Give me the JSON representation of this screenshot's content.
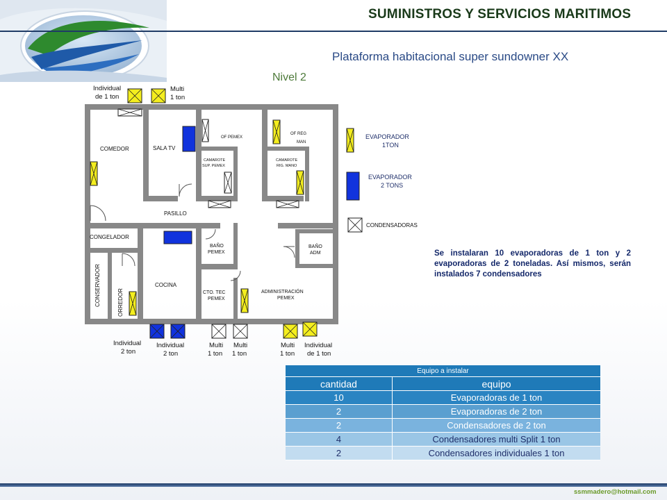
{
  "header": {
    "company": "SUMINISTROS Y SERVICIOS MARITIMOS",
    "subtitle": "Plataforma habitacional super sundowner XX",
    "level": "Nivel 2"
  },
  "colors": {
    "evaporator_1ton": "#f4ee1e",
    "evaporator_2ton": "#1133dd",
    "wall": "#888888",
    "accent": "#1f3b66"
  },
  "plan": {
    "rooms": {
      "comedor": "COMEDOR",
      "sala_tv": "SALA TV",
      "of_pemex": "OF PEMEX",
      "of_reg": "OF REG",
      "of_reg2": "MAN",
      "cam_sup1": "CAMAROTE",
      "cam_sup2": "SUP. PEMEX",
      "cam_rig1": "CAMAROTE",
      "cam_rig2": "RIG. MANO",
      "pasillo": "PASILLO",
      "congelador": "CONGELADOR",
      "conservador": "CONSERVADOR",
      "corredor": "ORREDOR",
      "cocina": "COCINA",
      "bano_pemex1": "BAÑO",
      "bano_pemex2": "PEMEX",
      "bano_adm1": "BAÑO",
      "bano_adm2": "ADM",
      "cto_tec1": "CTO. TEC",
      "cto_tec2": "PEMEX",
      "admin1": "ADMINISTRACIÓN",
      "admin2": "PEMEX"
    },
    "callouts": {
      "top_ind1": "Individual",
      "top_ind2": "de 1 ton",
      "top_multi1": "Multi",
      "top_multi2": "1 ton",
      "b1a": "Individual",
      "b1b": "2 ton",
      "b2a": "Individual",
      "b2b": "2 ton",
      "b3a": "Multi",
      "b3b": "1 ton",
      "b4a": "Multi",
      "b4b": "1 ton",
      "b5a": "Multi",
      "b5b": "1 ton",
      "b6a": "Individual",
      "b6b": "de 1 ton"
    }
  },
  "legend": {
    "evap1_a": "EVAPORADOR",
    "evap1_b": "1TON",
    "evap2_a": "EVAPORADOR",
    "evap2_b": "2 TONS",
    "cond": "CONDENSADORAS"
  },
  "note": "Se instalaran 10 evaporadoras de 1 ton y 2 evaporadoras de 2 toneladas. Así mismos, serán instalados 7 condensadores",
  "table": {
    "caption": "Equipo a instalar",
    "headers": [
      "cantidad",
      "equipo"
    ],
    "rows": [
      [
        "10",
        "Evaporadoras de 1 ton"
      ],
      [
        "2",
        "Evaporadoras de 2 ton"
      ],
      [
        "2",
        "Condensadores de 2 ton"
      ],
      [
        "4",
        "Condensadores multi Split 1  ton"
      ],
      [
        "2",
        "Condensadores individuales 1 ton"
      ]
    ]
  },
  "footer": {
    "email": "ssmmadero@hotmail.com"
  }
}
